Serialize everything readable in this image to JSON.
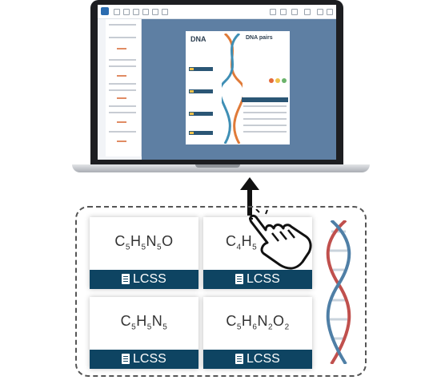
{
  "poster": {
    "title": "DNA",
    "pairs_title": "DNA pairs"
  },
  "cards": [
    {
      "formula": [
        [
          "C",
          "5"
        ],
        [
          "H",
          "5"
        ],
        [
          "N",
          "5"
        ],
        [
          "O",
          ""
        ]
      ],
      "badge": "LCSS"
    },
    {
      "formula": [
        [
          "C",
          "4"
        ],
        [
          "H",
          "5"
        ]
      ],
      "badge": "LCSS"
    },
    {
      "formula": [
        [
          "C",
          "5"
        ],
        [
          "H",
          "5"
        ],
        [
          "N",
          "5"
        ]
      ],
      "badge": "LCSS"
    },
    {
      "formula": [
        [
          "C",
          "5"
        ],
        [
          "H",
          "6"
        ],
        [
          "N",
          "2"
        ],
        [
          "O",
          "2"
        ]
      ],
      "badge": "LCSS"
    }
  ],
  "icons": {
    "upload_arrow": "arrow-up-icon",
    "cursor": "pointing-hand-icon",
    "helix": "dna-helix-icon",
    "document": "document-icon"
  },
  "colors": {
    "badge_bg": "#0e4462",
    "canvas_bg": "#5e7fa3"
  }
}
